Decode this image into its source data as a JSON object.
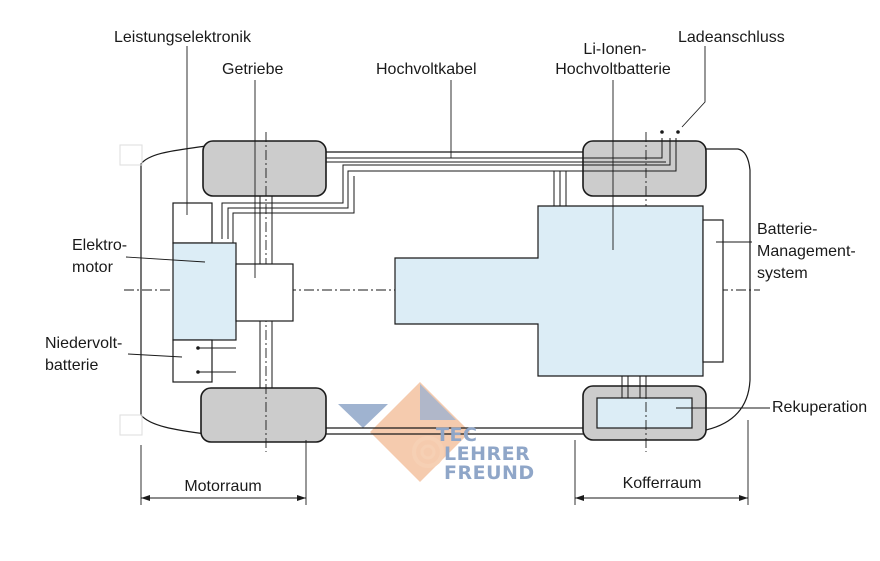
{
  "labels": {
    "leistungselektronik": "Leistungselektronik",
    "getriebe": "Getriebe",
    "hochvoltkabel": "Hochvoltkabel",
    "batterie_line1": "Li-Ionen-",
    "batterie_line2": "Hochvoltbatterie",
    "ladeanschluss": "Ladeanschluss",
    "elektromotor_line1": "Elektro-",
    "elektromotor_line2": "motor",
    "niedervolt_line1": "Niedervolt-",
    "niedervolt_line2": "batterie",
    "bms_line1": "Batterie-",
    "bms_line2": "Management-",
    "bms_line3": "system",
    "rekuperation": "Rekuperation",
    "motorraum": "Motorraum",
    "kofferraum": "Kofferraum"
  },
  "watermark": {
    "line1": "TEC",
    "line2": "LEHRER",
    "line3": "FREUND"
  },
  "colors": {
    "component_fill": "#dcedf6",
    "wheel_fill": "#cccccc",
    "line": "#1a1a1a",
    "watermark_blue": "#8fa6c8",
    "watermark_orange": "#f0a878"
  }
}
